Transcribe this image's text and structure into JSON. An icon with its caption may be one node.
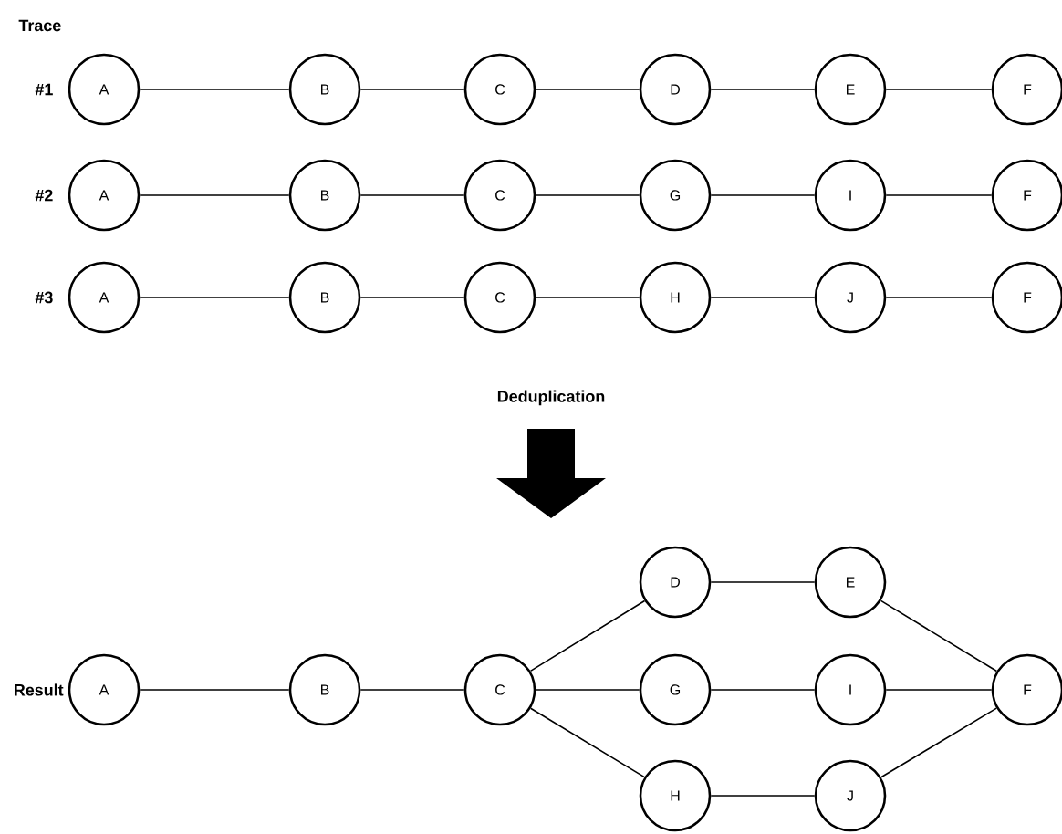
{
  "diagram": {
    "nodes": [
      {
        "text": [
          "A"
        ]
      },
      {
        "text": [
          "B"
        ]
      },
      {
        "text": [
          "C"
        ]
      },
      {
        "text": [
          "D"
        ]
      },
      {
        "text": [
          "E"
        ]
      },
      {
        "text": [
          "F"
        ]
      },
      {
        "text": [
          "A"
        ]
      },
      {
        "text": [
          "B"
        ]
      },
      {
        "text": [
          "C"
        ]
      },
      {
        "text": [
          "G"
        ]
      },
      {
        "text": [
          "I"
        ]
      },
      {
        "text": [
          "F"
        ]
      },
      {
        "text": [
          "A"
        ]
      },
      {
        "text": [
          "B"
        ]
      },
      {
        "text": [
          "C"
        ]
      },
      {
        "text": [
          "H"
        ]
      },
      {
        "text": [
          "J"
        ]
      },
      {
        "text": [
          "F"
        ]
      },
      {
        "text": [
          "A"
        ]
      },
      {
        "text": [
          "B"
        ]
      },
      {
        "text": [
          "C"
        ]
      },
      {
        "text": [
          "D"
        ]
      },
      {
        "text": [
          "G"
        ]
      },
      {
        "text": [
          "H"
        ]
      },
      {
        "text": [
          "E"
        ]
      },
      {
        "text": [
          "I"
        ]
      },
      {
        "text": [
          "J"
        ]
      },
      {
        "text": [
          "F"
        ]
      }
    ],
    "edges": [
      {
        "from": 0,
        "to": 1,
        "arrow": "none"
      },
      {
        "from": 1,
        "to": 2,
        "arrow": "none"
      },
      {
        "from": 2,
        "to": 3,
        "arrow": "none"
      },
      {
        "from": 3,
        "to": 4,
        "arrow": "none"
      },
      {
        "from": 4,
        "to": 5,
        "arrow": "none"
      },
      {
        "from": 6,
        "to": 7,
        "arrow": "none"
      },
      {
        "from": 7,
        "to": 8,
        "arrow": "none"
      },
      {
        "from": 8,
        "to": 9,
        "arrow": "none"
      },
      {
        "from": 9,
        "to": 10,
        "arrow": "none"
      },
      {
        "from": 10,
        "to": 11,
        "arrow": "none"
      },
      {
        "from": 12,
        "to": 13,
        "arrow": "none"
      },
      {
        "from": 13,
        "to": 14,
        "arrow": "none"
      },
      {
        "from": 14,
        "to": 15,
        "arrow": "none"
      },
      {
        "from": 15,
        "to": 16,
        "arrow": "none"
      },
      {
        "from": 16,
        "to": 17,
        "arrow": "none"
      },
      {
        "from": 18,
        "to": 19,
        "arrow": "none"
      },
      {
        "from": 19,
        "to": 20,
        "arrow": "none"
      },
      {
        "from": 20,
        "to": 21,
        "arrow": "none"
      },
      {
        "from": 20,
        "to": 22,
        "arrow": "none"
      },
      {
        "from": 20,
        "to": 23,
        "arrow": "none"
      },
      {
        "from": 21,
        "to": 24,
        "arrow": "none"
      },
      {
        "from": 22,
        "to": 25,
        "arrow": "none"
      },
      {
        "from": 23,
        "to": 26,
        "arrow": "none"
      },
      {
        "from": 24,
        "to": 27,
        "arrow": "none"
      },
      {
        "from": 25,
        "to": 27,
        "arrow": "none"
      },
      {
        "from": 26,
        "to": 27,
        "arrow": "none"
      }
    ],
    "labels": [
      "Trace",
      "#1",
      "#2",
      "#3",
      "Deduplication",
      "Result"
    ]
  }
}
